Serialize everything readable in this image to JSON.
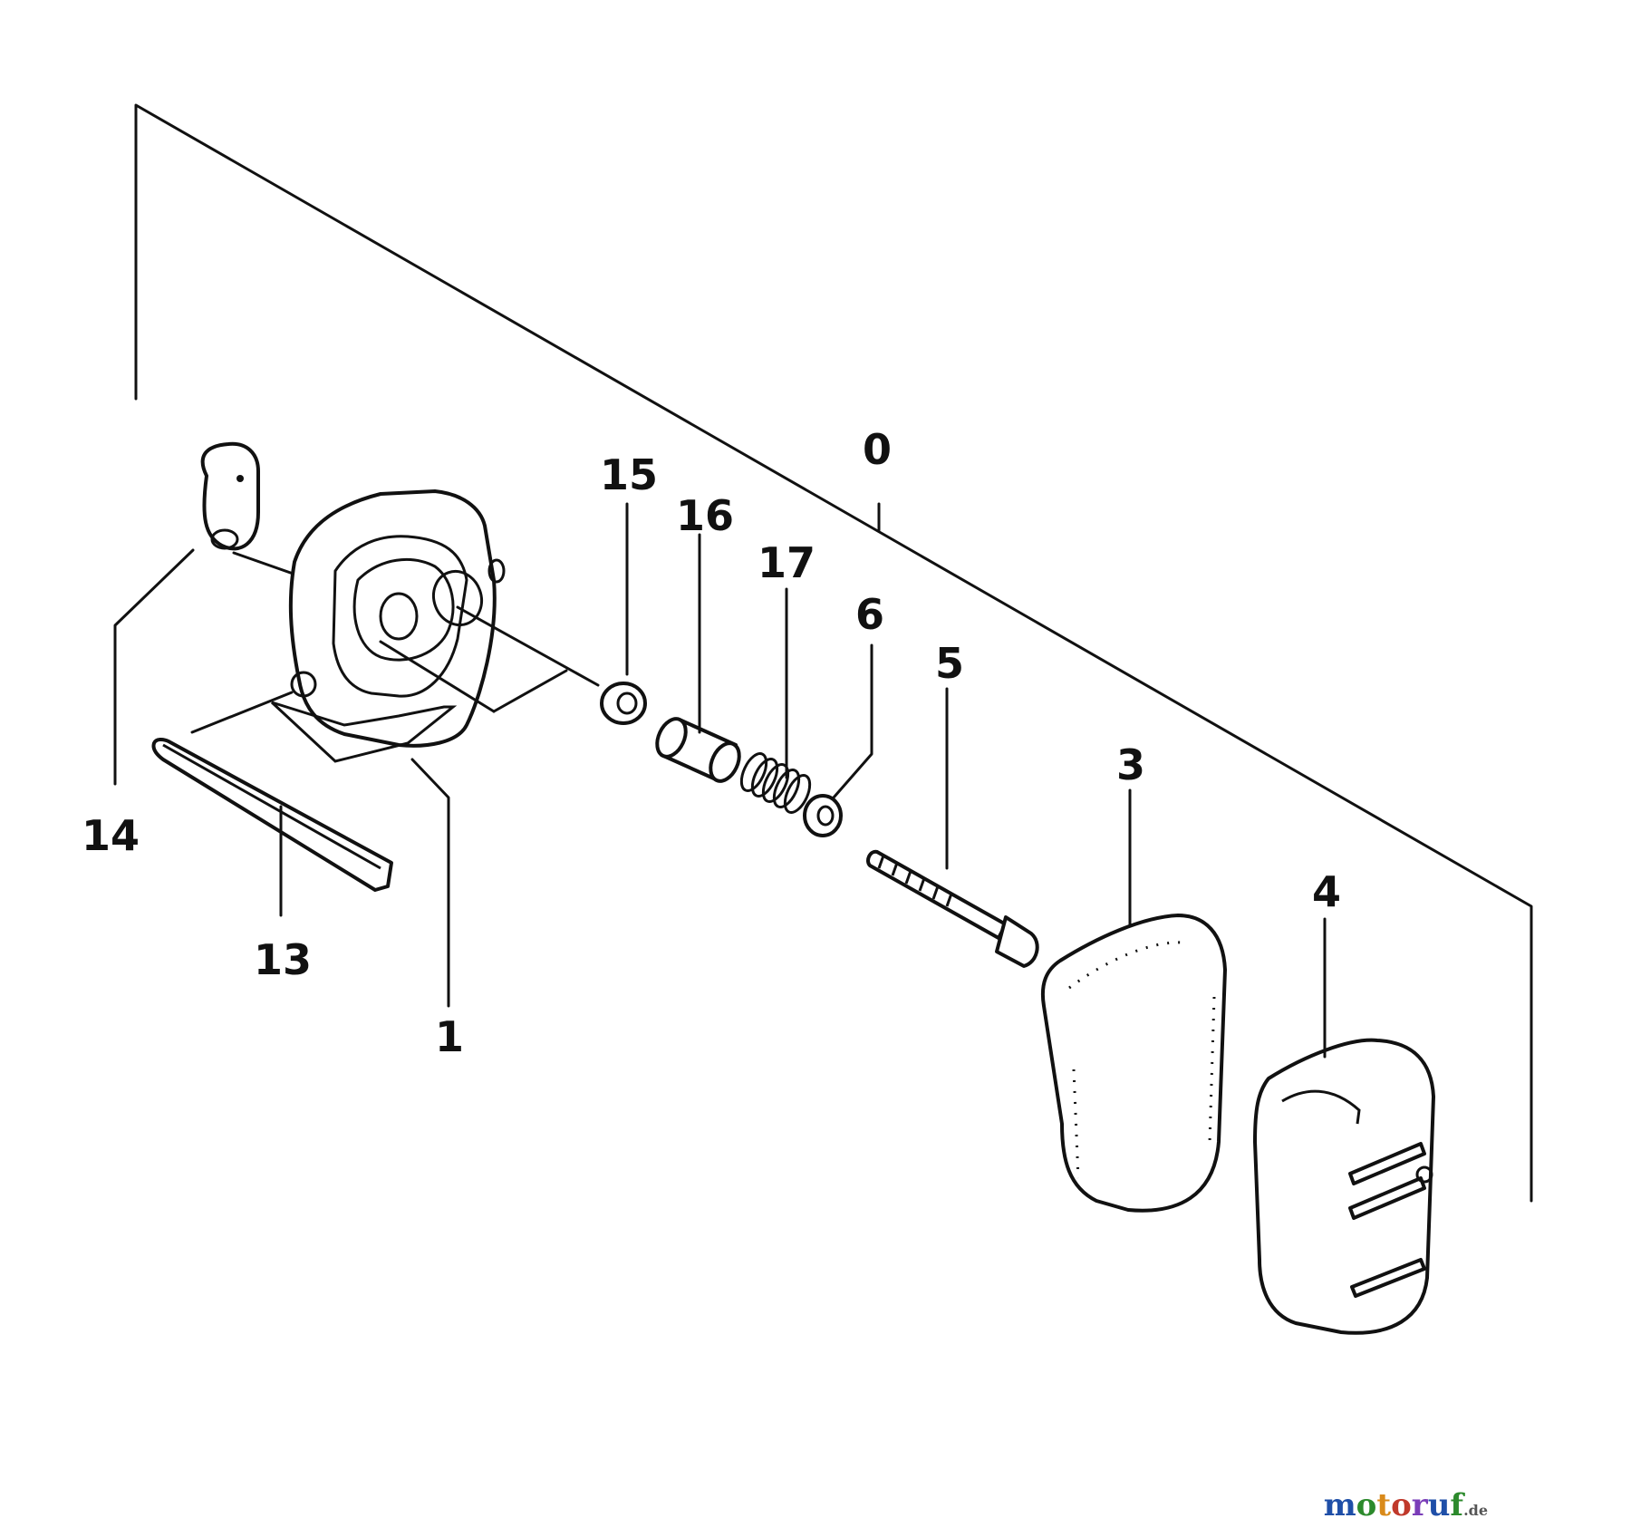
{
  "diagram": {
    "callouts": {
      "p0": "0",
      "p1": "1",
      "p3": "3",
      "p4": "4",
      "p5": "5",
      "p6": "6",
      "p13": "13",
      "p14": "14",
      "p15": "15",
      "p16": "16",
      "p17": "17"
    },
    "watermark": {
      "main": "motoruf",
      "suffix": ".de",
      "colors": [
        "#1f4fa8",
        "#2c8a2c",
        "#d98a1a",
        "#c0392b",
        "#7a3db8",
        "#1f4fa8",
        "#2c8a2c"
      ]
    }
  }
}
